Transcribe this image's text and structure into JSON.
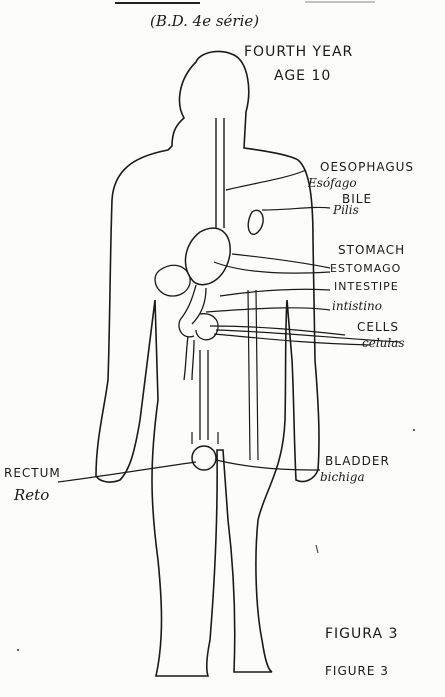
{
  "header": {
    "source": "(B.D. 4e série)",
    "year": "FOURTH YEAR",
    "age": "AGE 10"
  },
  "labels": {
    "oesophagus_en": "OESOPHAGUS",
    "oesophagus_es": "Esófago",
    "bile_en": "BILE",
    "bile_es": "Pilis",
    "stomach_en": "STOMACH",
    "stomach_es": "ESTOMAGO",
    "intestine_en": "INTESTIPE",
    "intestine_es": "intistino",
    "cells_en": "CELLS",
    "cells_es": "celulas",
    "bladder_en": "BLADDER",
    "bladder_es": "bichiga",
    "rectum_en": "RECTUM",
    "rectum_es": "Reto"
  },
  "caption": {
    "es": "FIGURA 3",
    "en": "FIGURE 3"
  }
}
